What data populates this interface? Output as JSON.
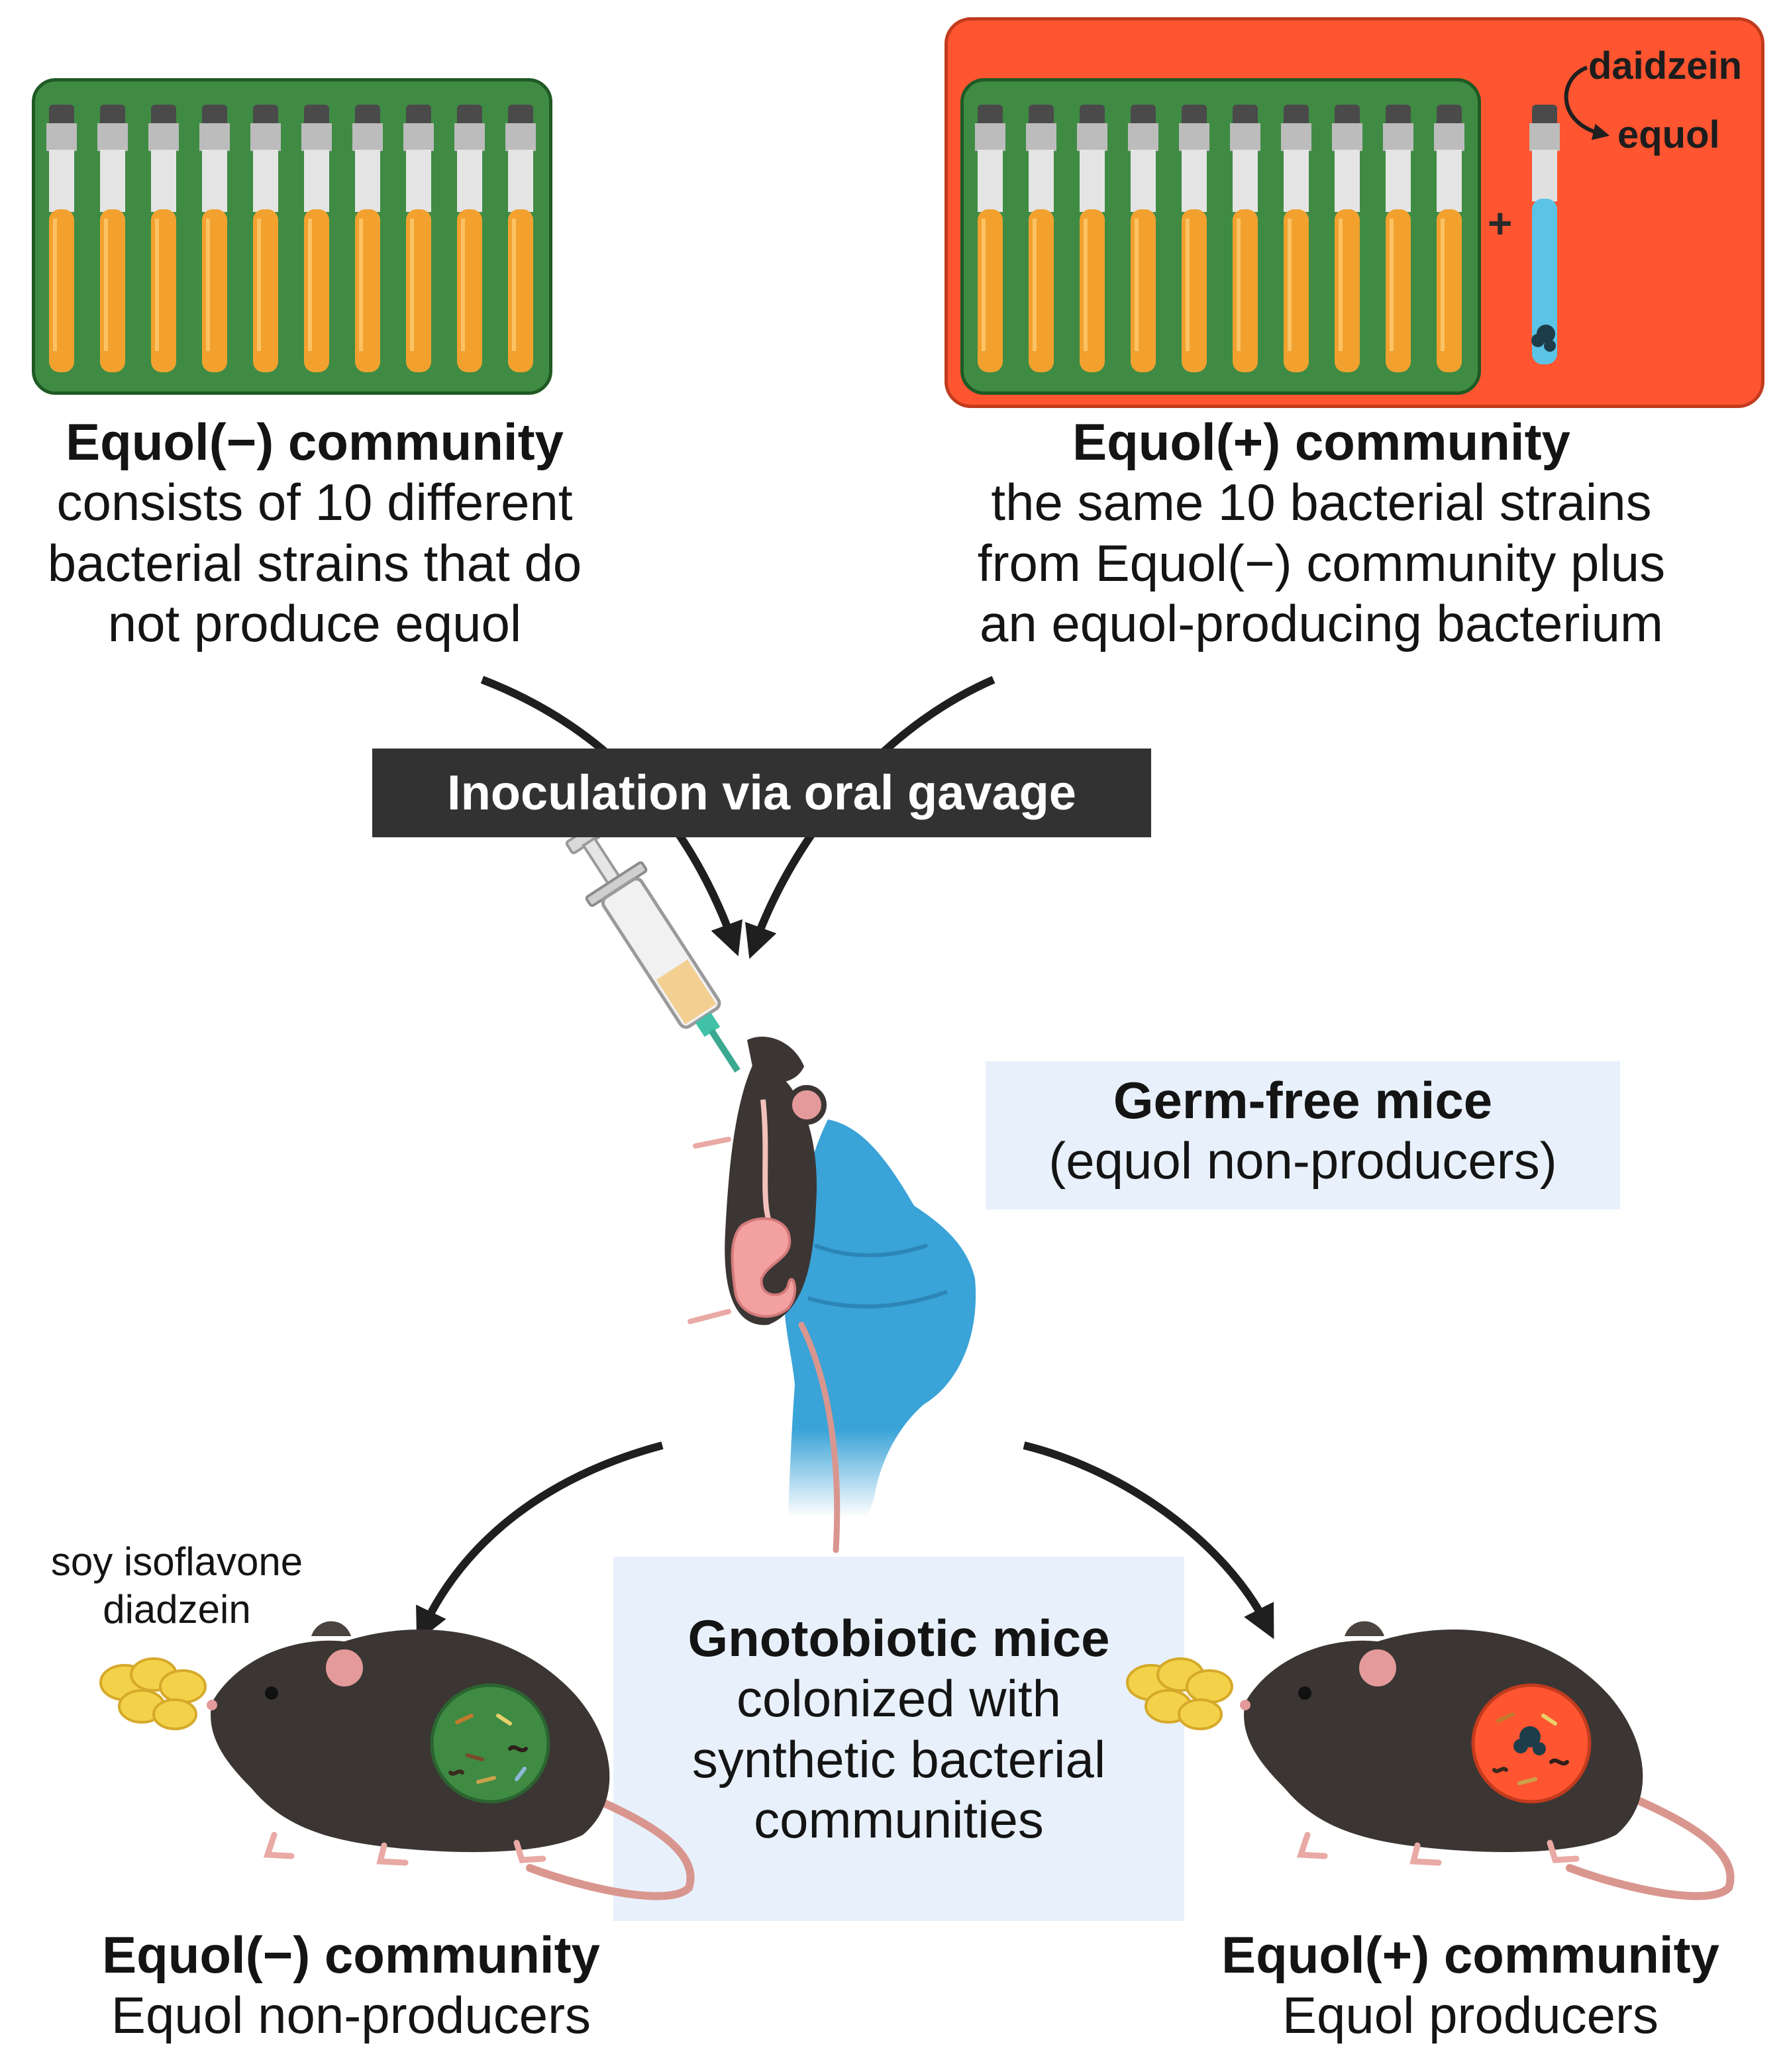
{
  "equol_minus_top": {
    "title": "Equol(−) community",
    "lines": [
      "consists of 10 different",
      "bacterial strains that do",
      "not produce equol"
    ]
  },
  "equol_plus_top": {
    "title": "Equol(+) community",
    "lines": [
      "the same 10 bacterial strains",
      "from Equol(−) community plus",
      "an equol-producing bacterium"
    ],
    "plus_sign": "+",
    "conversion_from": "daidzein",
    "conversion_to": "equol"
  },
  "inoculation": {
    "label": "Inoculation via oral gavage"
  },
  "germ_free": {
    "title": "Germ-free mice",
    "subtitle": "(equol non-producers)"
  },
  "soy": {
    "lines": [
      "soy isoflavone",
      "diadzein"
    ]
  },
  "gnotobiotic": {
    "title": "Gnotobiotic mice",
    "lines": [
      "colonized with",
      "synthetic bacterial",
      "communities"
    ]
  },
  "equol_minus_bottom": {
    "title": "Equol(−) community",
    "subtitle": "Equol non-producers"
  },
  "equol_plus_bottom": {
    "title": "Equol(+) community",
    "subtitle": "Equol producers"
  },
  "colors": {
    "rack_green": "#3f8b44",
    "panel_red": "#ff5530",
    "tube_orange": "#f2a12f",
    "tube_blue": "#5bc3e6",
    "glove_blue": "#3aa3d8",
    "mouse_dark": "#3b3633",
    "banner_dark": "#323232",
    "info_bg": "#e8f1fb"
  },
  "icons": [
    "culture-tube-icon",
    "syringe-icon",
    "glove-hand-icon",
    "mouse-icon",
    "soybean-icon",
    "gut-microbiome-icon"
  ]
}
